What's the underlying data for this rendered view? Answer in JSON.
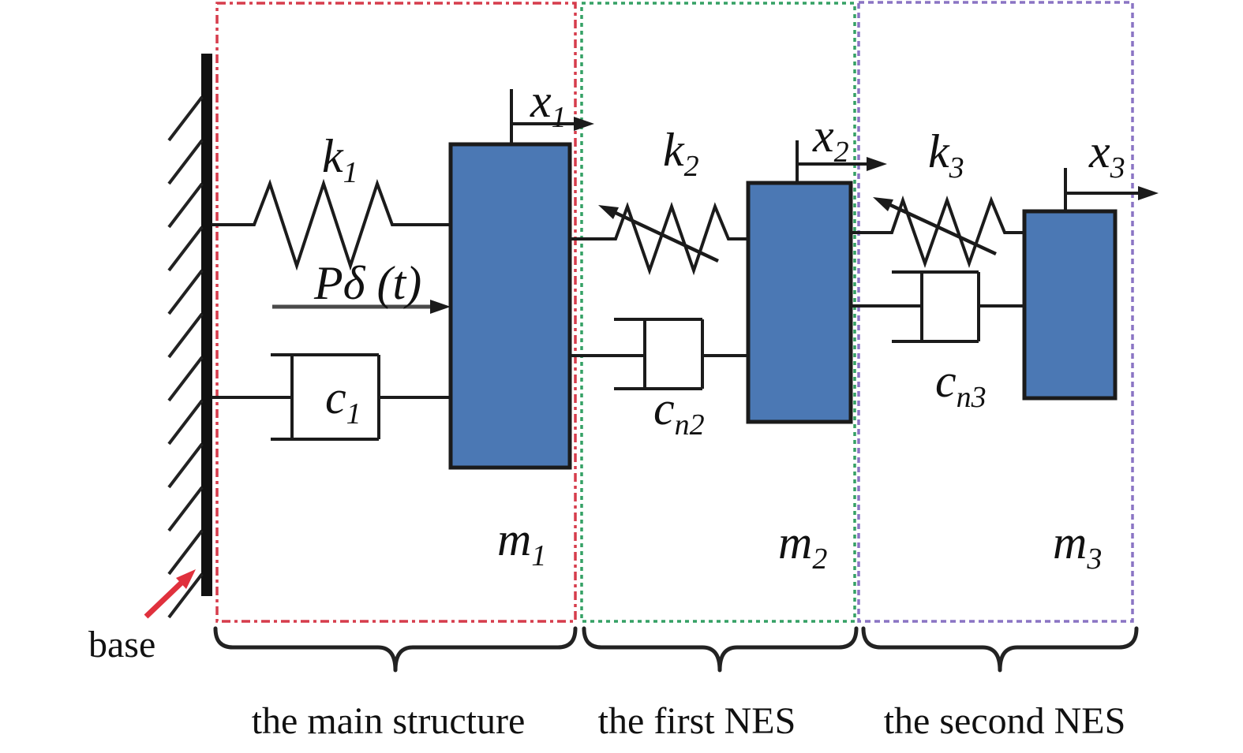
{
  "wall": {
    "base_label": "base"
  },
  "force": {
    "label": "Pδ (t)"
  },
  "sections": [
    {
      "label": "the main structure",
      "color": "#d63c4c"
    },
    {
      "label": "the first NES",
      "color": "#35a165"
    },
    {
      "label": "the second NES",
      "color": "#8a74c4"
    }
  ],
  "masses": [
    {
      "symbol": "m",
      "sub": "1"
    },
    {
      "symbol": "m",
      "sub": "2"
    },
    {
      "symbol": "m",
      "sub": "3"
    }
  ],
  "springs": [
    {
      "symbol": "k",
      "sub": "1",
      "type": "linear"
    },
    {
      "symbol": "k",
      "sub": "2",
      "type": "nonlinear"
    },
    {
      "symbol": "k",
      "sub": "3",
      "type": "nonlinear"
    }
  ],
  "dampers": [
    {
      "symbol": "c",
      "sub": "1"
    },
    {
      "symbol": "c",
      "sub": "n2"
    },
    {
      "symbol": "c",
      "sub": "n3"
    }
  ],
  "displacements": [
    {
      "symbol": "x",
      "sub": "1"
    },
    {
      "symbol": "x",
      "sub": "2"
    },
    {
      "symbol": "x",
      "sub": "3"
    }
  ],
  "colors": {
    "mass_fill": "#4b78b4",
    "line": "#1b1b1b",
    "base_arrow": "#e0313d"
  }
}
